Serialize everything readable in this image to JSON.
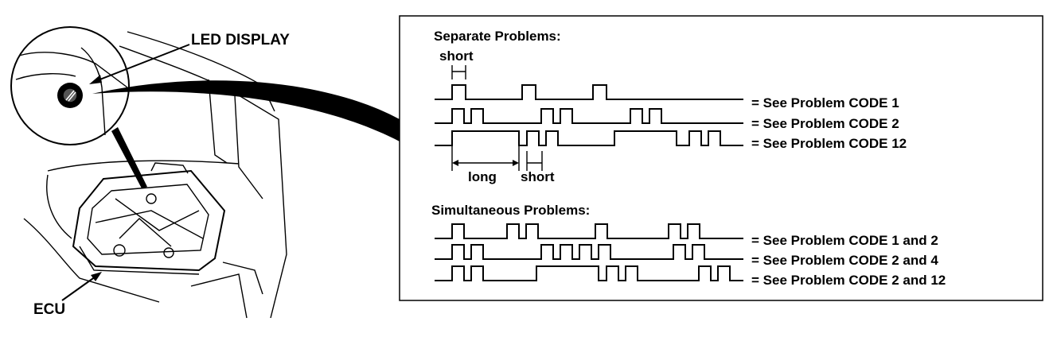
{
  "labels": {
    "led_display": "LED DISPLAY",
    "ecu": "ECU"
  },
  "panel": {
    "separate_heading": "Separate Problems:",
    "simultaneous_heading": "Simultaneous Problems:",
    "short_top": "short",
    "long": "long",
    "short_bottom": "short"
  },
  "separate_rows": [
    {
      "caption": "= See Problem CODE 1",
      "long_pulses": 0,
      "short_pulses": 1
    },
    {
      "caption": "= See Problem CODE 2",
      "long_pulses": 0,
      "short_pulses": 2
    },
    {
      "caption": "= See Problem CODE 12",
      "long_pulses": 1,
      "short_pulses": 2
    }
  ],
  "simultaneous_rows": [
    {
      "caption": "= See Problem CODE 1 and 2"
    },
    {
      "caption": "= See Problem CODE 2 and 4"
    },
    {
      "caption": "= See Problem CODE 2 and 12"
    }
  ],
  "colors": {
    "ink": "#000000",
    "paper": "#ffffff"
  }
}
